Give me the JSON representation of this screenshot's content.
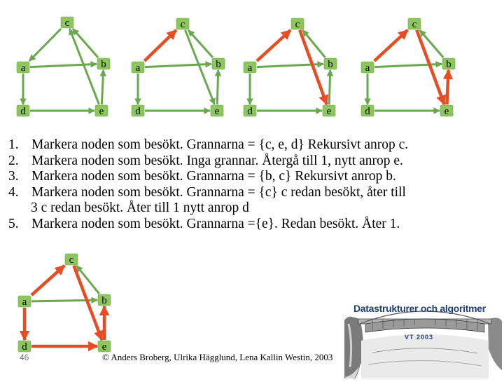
{
  "nodes": {
    "a": "a",
    "b": "b",
    "c": "c",
    "d": "d",
    "e": "e"
  },
  "colors": {
    "node_fill": "#8ec65e",
    "tree_edge": "#e84c22",
    "normal_edge": "#6aa84f"
  },
  "graphs": [
    {
      "step": 1,
      "edges": [
        {
          "from": "a",
          "to": "b",
          "tree": false
        },
        {
          "from": "c",
          "to": "a",
          "tree": false
        },
        {
          "from": "a",
          "to": "d",
          "tree": false
        },
        {
          "from": "b",
          "to": "c",
          "tree": false
        },
        {
          "from": "e",
          "to": "c",
          "tree": false
        },
        {
          "from": "d",
          "to": "e",
          "tree": false
        },
        {
          "from": "e",
          "to": "b",
          "tree": false
        }
      ]
    },
    {
      "step": 2,
      "edges": [
        {
          "from": "a",
          "to": "b",
          "tree": false
        },
        {
          "from": "a",
          "to": "c",
          "tree": true
        },
        {
          "from": "a",
          "to": "d",
          "tree": false
        },
        {
          "from": "b",
          "to": "c",
          "tree": false
        },
        {
          "from": "c",
          "to": "e",
          "tree": false
        },
        {
          "from": "d",
          "to": "e",
          "tree": false
        },
        {
          "from": "e",
          "to": "b",
          "tree": false
        }
      ]
    },
    {
      "step": 3,
      "edges": [
        {
          "from": "a",
          "to": "b",
          "tree": false
        },
        {
          "from": "a",
          "to": "c",
          "tree": true
        },
        {
          "from": "a",
          "to": "d",
          "tree": false
        },
        {
          "from": "b",
          "to": "c",
          "tree": false
        },
        {
          "from": "c",
          "to": "e",
          "tree": true
        },
        {
          "from": "d",
          "to": "e",
          "tree": false
        },
        {
          "from": "e",
          "to": "b",
          "tree": false
        }
      ]
    },
    {
      "step": 4,
      "edges": [
        {
          "from": "a",
          "to": "b",
          "tree": false
        },
        {
          "from": "a",
          "to": "c",
          "tree": true
        },
        {
          "from": "a",
          "to": "d",
          "tree": false
        },
        {
          "from": "b",
          "to": "c",
          "tree": false
        },
        {
          "from": "c",
          "to": "e",
          "tree": true
        },
        {
          "from": "d",
          "to": "e",
          "tree": false
        },
        {
          "from": "e",
          "to": "b",
          "tree": true
        }
      ]
    },
    {
      "step": 5,
      "edges": [
        {
          "from": "a",
          "to": "b",
          "tree": false
        },
        {
          "from": "a",
          "to": "c",
          "tree": true
        },
        {
          "from": "a",
          "to": "d",
          "tree": true
        },
        {
          "from": "b",
          "to": "c",
          "tree": false
        },
        {
          "from": "c",
          "to": "e",
          "tree": true
        },
        {
          "from": "d",
          "to": "e",
          "tree": true
        },
        {
          "from": "e",
          "to": "b",
          "tree": true
        }
      ]
    }
  ],
  "steps": [
    {
      "num": "1.",
      "text": "Markera noden som besökt. Grannarna = {c, e, d} Rekursivt anrop c."
    },
    {
      "num": "2.",
      "text": "Markera noden som besökt. Inga grannar. Återgå till 1, nytt anrop e."
    },
    {
      "num": "3.",
      "text": "Markera noden som besökt. Grannarna = {b, c} Rekursivt anrop b."
    },
    {
      "num": "4.",
      "text": "Markera noden som besökt. Grannarna = {c} c redan besökt, åter till"
    },
    {
      "num": "",
      "text": "3 c redan besökt. Åter till 1 nytt anrop d"
    },
    {
      "num": "5.",
      "text": "Markera noden som besökt. Grannarna ={e}. Redan besökt. Åter 1."
    }
  ],
  "footer": {
    "slide_number": "46",
    "copyright": "© Anders Broberg, Ulrika Hägglund, Lena Kallin Westin, 2003"
  },
  "logo": {
    "title": "Datastrukturer och algoritmer",
    "subtitle": "VT 2003"
  }
}
